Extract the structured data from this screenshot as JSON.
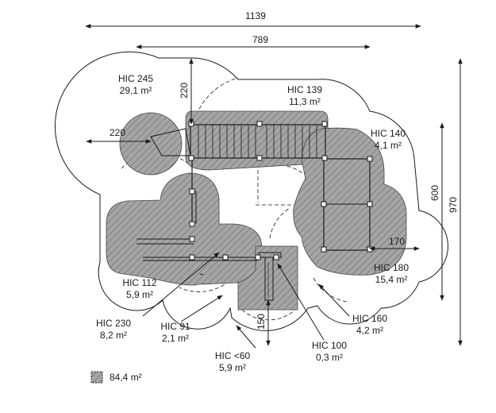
{
  "dimensions": {
    "total_width": "1139",
    "inner_width": "789",
    "total_depth": "970",
    "inner_depth": "600",
    "top_clearance": "220",
    "left_clearance": "220",
    "right_clearance": "170",
    "bottom_clearance": "150"
  },
  "zones": [
    {
      "hic": "HIC 245",
      "area": "29,1 m²"
    },
    {
      "hic": "HIC 139",
      "area": "11,3 m²"
    },
    {
      "hic": "HIC 140",
      "area": "4,1 m²"
    },
    {
      "hic": "HIC 180",
      "area": "15,4 m²"
    },
    {
      "hic": "HIC 112",
      "area": "5,9 m²"
    },
    {
      "hic": "HIC 230",
      "area": "8,2 m²"
    },
    {
      "hic": "HIC 91",
      "area": "2,1 m²"
    },
    {
      "hic": "HIC 160",
      "area": "4,2 m²"
    },
    {
      "hic": "HIC <60",
      "area": "5,9 m²"
    },
    {
      "hic": "HIC 100",
      "area": "0,3 m²"
    }
  ],
  "legend": {
    "area": "84,4 m²"
  },
  "colors": {
    "fill": "#a5a5a5",
    "hatch": "#6f6f6f",
    "line": "#1a1a1a"
  }
}
